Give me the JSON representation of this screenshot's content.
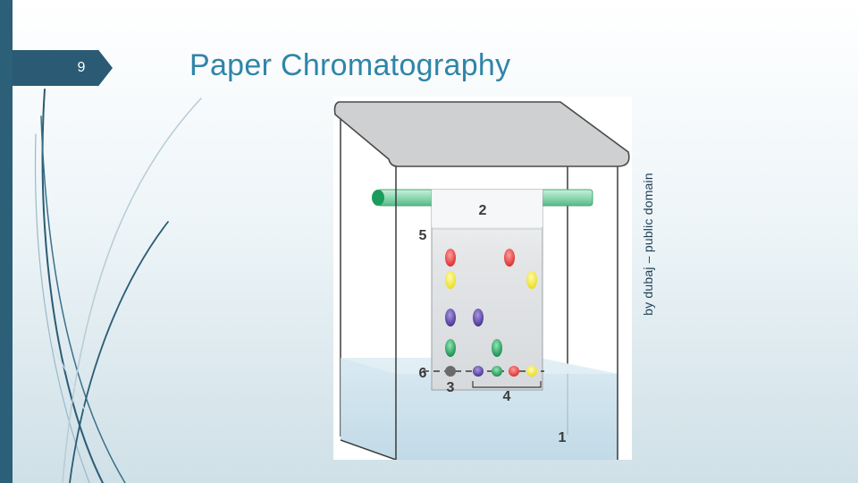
{
  "slide": {
    "number": "9",
    "title": "Paper Chromatography"
  },
  "figure": {
    "credit": "by dubaj – public domain",
    "labels": {
      "tank": "1",
      "paper": "2",
      "origin_spot": "3",
      "mixture_spots": "4",
      "solvent_front": "5",
      "start_line": "6"
    }
  },
  "colors": {
    "accent": "#2f85a8",
    "side_bar": "#2c5f78",
    "spot_red": "#e03a3a",
    "spot_yellow": "#f2ea2a",
    "spot_blue": "#5a3fa0",
    "spot_green": "#1a9a52",
    "spot_gray": "#6b6b6b"
  }
}
